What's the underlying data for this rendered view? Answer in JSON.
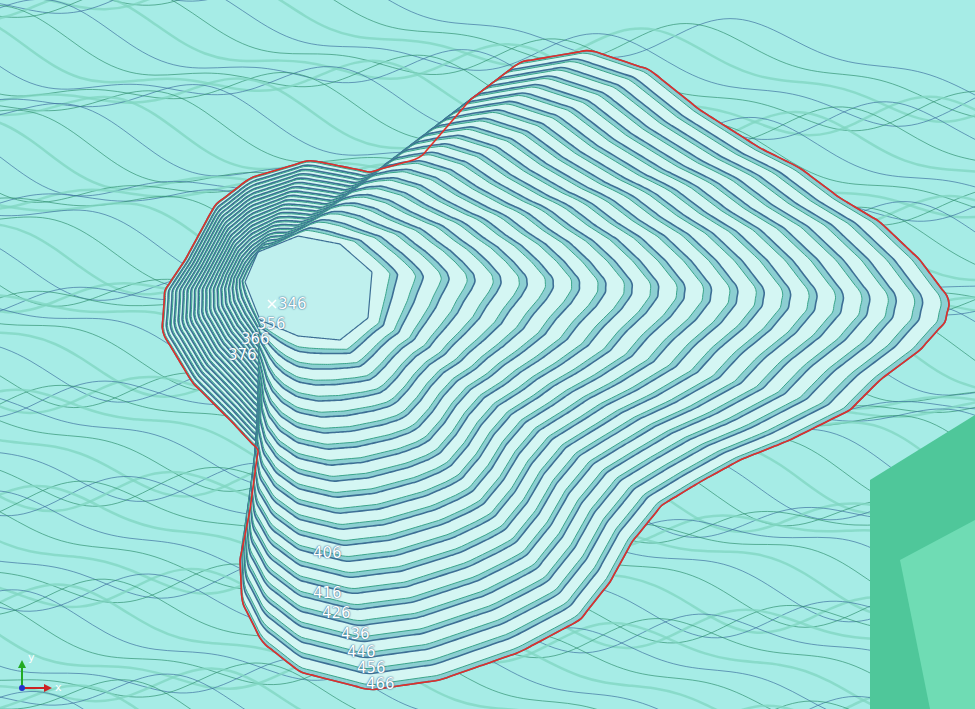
{
  "diagram": {
    "labels": [
      "346",
      "356",
      "366",
      "376",
      "406",
      "416",
      "426",
      "436",
      "446",
      "456",
      "466",
      "y",
      "x"
    ]
  }
}
